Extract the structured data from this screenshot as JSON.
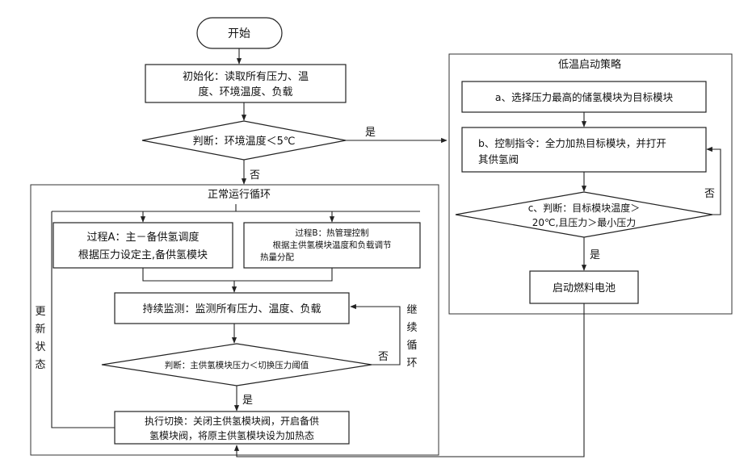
{
  "start": "开始",
  "init": {
    "line1": "初始化：读取所有压力、温",
    "line2": "度、环境温度、负载"
  },
  "judge_env": "判断：环境温度＜5℃",
  "yes": "是",
  "no": "否",
  "loop": {
    "title": "正常运行循环",
    "processA": {
      "line1": "过程A：主－备供氢调度",
      "line2": "根据压力设定主,备供氢模块"
    },
    "processB": {
      "line1": "过程B：热管理控制",
      "line2": "根据主供氢模块温度和负载调节",
      "line3": "热量分配"
    },
    "monitor": "持续监测：监测所有压力、温度、负载",
    "judge_switch": "判断：主供氢模块压力＜切换压力阈值",
    "switch": {
      "line1": "执行切换：关闭主供氢模块阀，开启备供",
      "line2": "氢模块阀，将原主供氢模块设为加热态"
    },
    "update_label": [
      "更",
      "新",
      "状",
      "态"
    ],
    "continue_label": [
      "继",
      "续",
      "循",
      "环"
    ]
  },
  "low_temp": {
    "title": "低温启动策略",
    "step_a": "a、选择压力最高的储氢模块为目标模块",
    "step_b": {
      "line1": "b、控制指令：全力加热目标模块，并打开",
      "line2": "其供氢阀"
    },
    "step_c": {
      "line1": "c、判断：目标模块温度＞",
      "line2": "20℃,且压力＞最小压力"
    },
    "start_fc": "启动燃料电池"
  }
}
